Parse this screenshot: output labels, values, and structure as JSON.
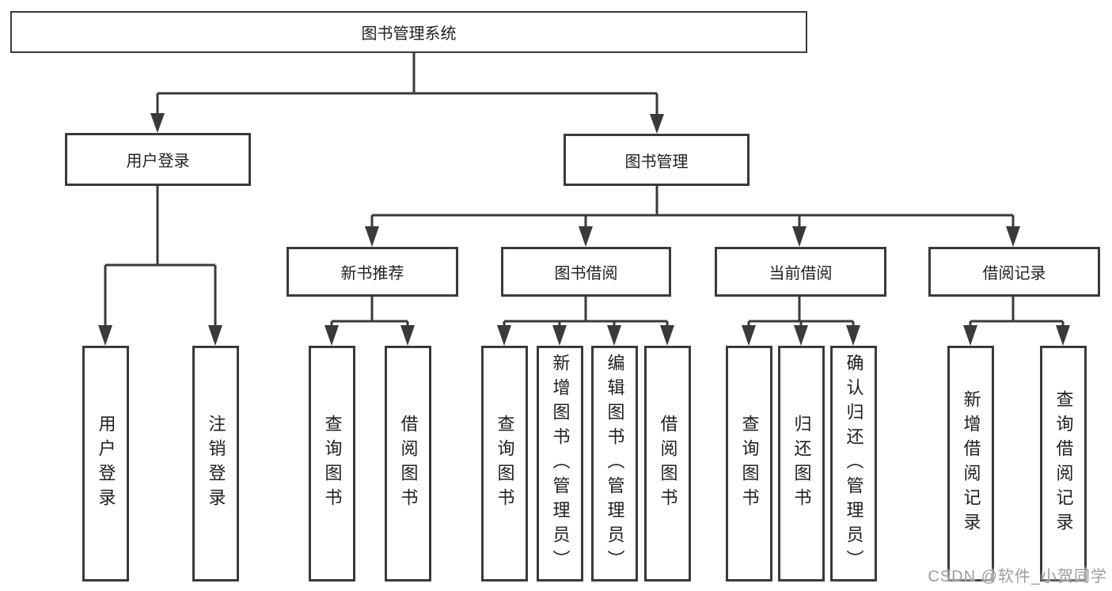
{
  "diagram": {
    "root": "图书管理系统",
    "level2": [
      "用户登录",
      "图书管理"
    ],
    "level3": [
      "新书推荐",
      "图书借阅",
      "当前借阅",
      "借阅记录"
    ],
    "leaves": {
      "user_login": [
        "用户登录",
        "注销登录"
      ],
      "new_book_rec": [
        "查询图书",
        "借阅图书"
      ],
      "book_borrow": [
        "查询图书",
        "新增图书（管理员）",
        "编辑图书（管理员）",
        "借阅图书"
      ],
      "current_borrow": [
        "查询图书",
        "归还图书",
        "确认归还（管理员）"
      ],
      "borrow_records": [
        "新增借阅记录",
        "查询借阅记录"
      ]
    }
  },
  "watermark": "CSDN @软件_小贺同学",
  "colors": {
    "line": "#3a3a3a",
    "text": "#1f1f1f",
    "watermark": "#9e9e9e",
    "background": "#ffffff"
  }
}
